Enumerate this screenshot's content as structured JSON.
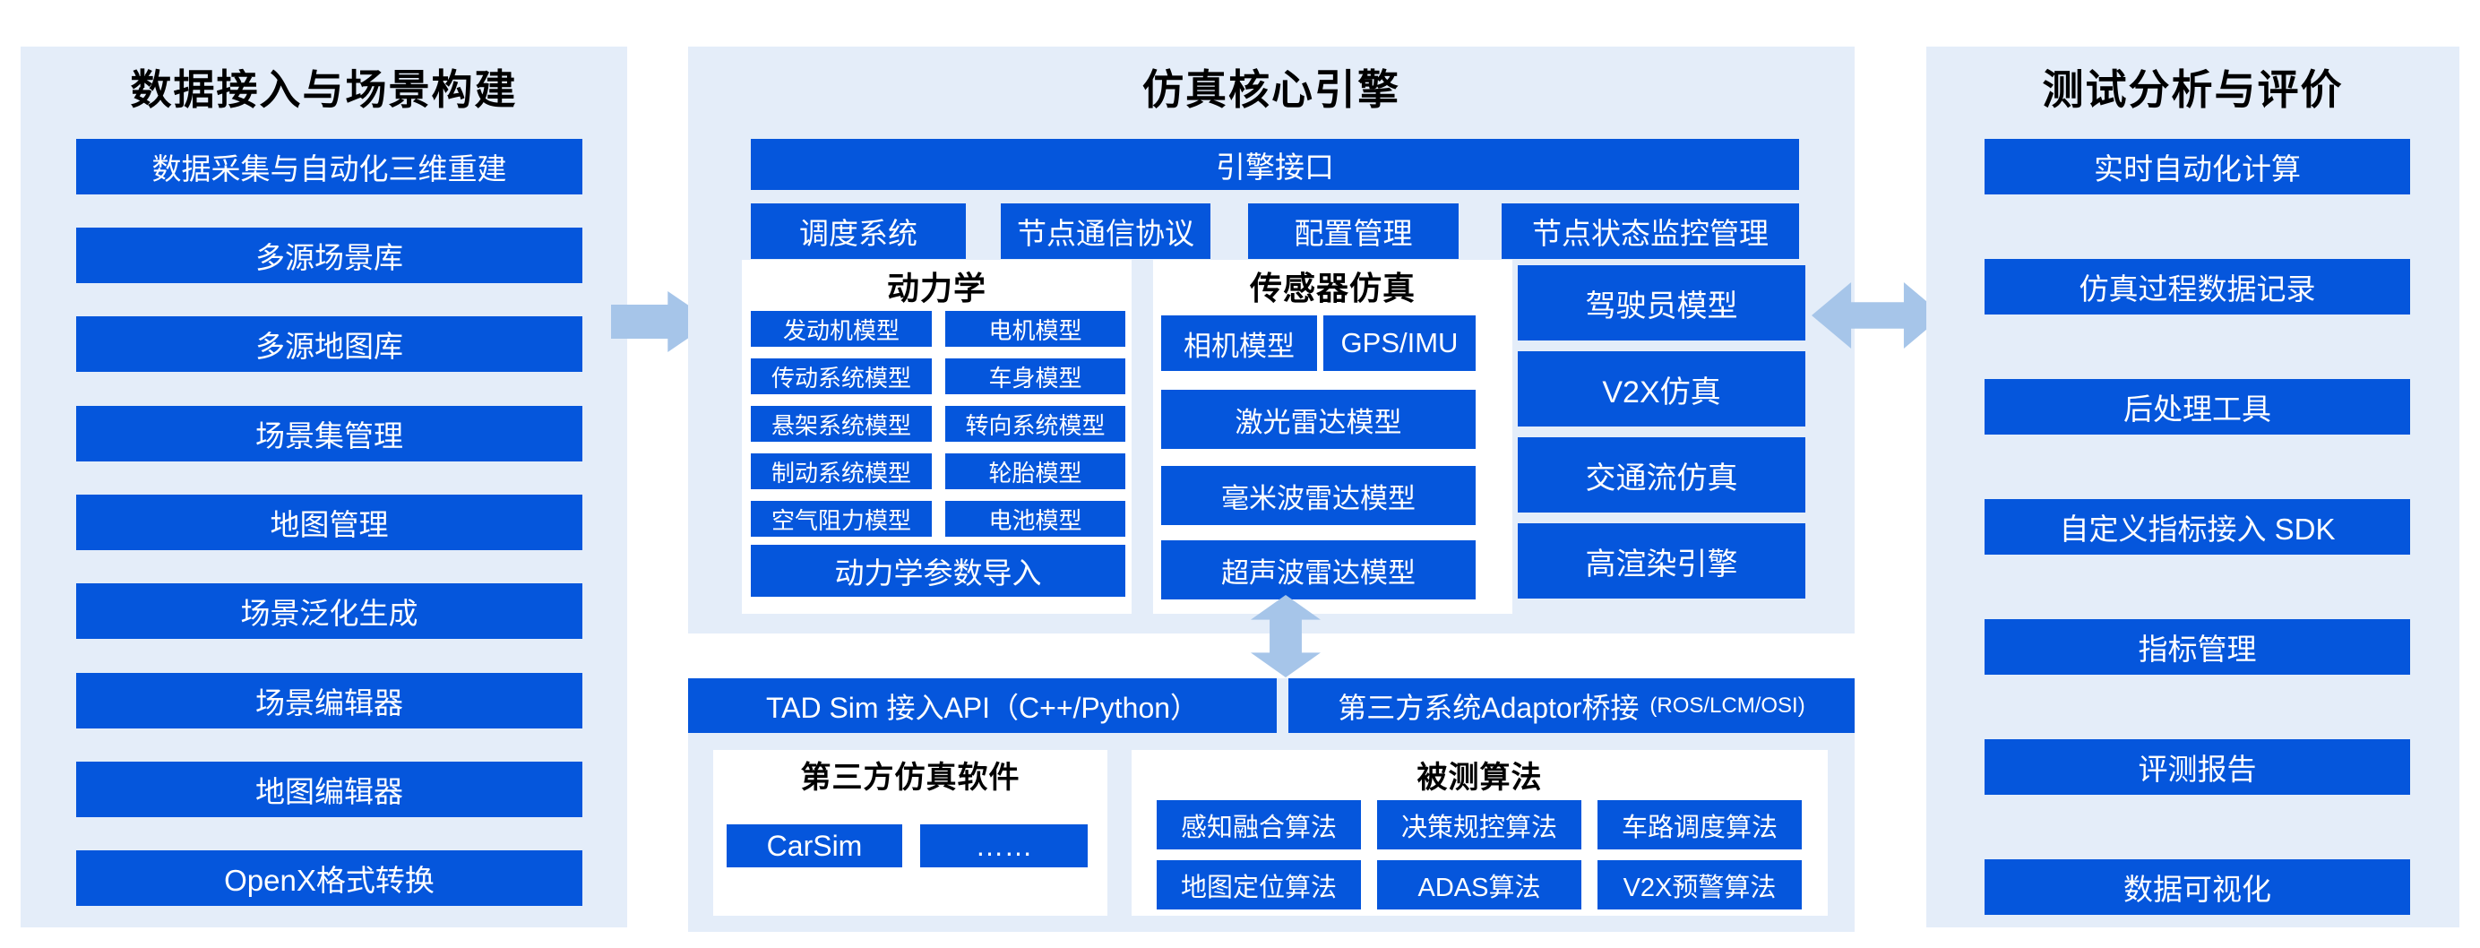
{
  "palette": {
    "primary_blue": "#0556DC",
    "panel_bg": "#E4EDF9",
    "arrow_blue": "#A6C5E9",
    "box_bg": "#FFFFFF",
    "title_text": "#000000",
    "bar_text": "#FFFFFF"
  },
  "left_panel": {
    "title": "数据接入与场景构建",
    "items": [
      "数据采集与自动化三维重建",
      "多源场景库",
      "多源地图库",
      "场景集管理",
      "地图管理",
      "场景泛化生成",
      "场景编辑器",
      "地图编辑器",
      "OpenX格式转换"
    ]
  },
  "core_panel": {
    "title": "仿真核心引擎",
    "engine_interface": "引擎接口",
    "system_bars": [
      "调度系统",
      "节点通信协议",
      "配置管理",
      "节点状态监控管理"
    ],
    "dynamics": {
      "title": "动力学",
      "grid": [
        [
          "发动机模型",
          "电机模型"
        ],
        [
          "传动系统模型",
          "车身模型"
        ],
        [
          "悬架系统模型",
          "转向系统模型"
        ],
        [
          "制动系统模型",
          "轮胎模型"
        ],
        [
          "空气阻力模型",
          "电池模型"
        ]
      ],
      "footer": "动力学参数导入"
    },
    "sensors": {
      "title": "传感器仿真",
      "top_row": [
        "相机模型",
        "GPS/IMU"
      ],
      "stack": [
        "激光雷达模型",
        "毫米波雷达模型",
        "超声波雷达模型"
      ]
    },
    "side_modules": [
      "驾驶员模型",
      "V2X仿真",
      "交通流仿真",
      "高渲染引擎"
    ]
  },
  "integration_panel": {
    "api_bar": "TAD Sim 接入API（C++/Python）",
    "adaptor_bar": "第三方系统Adaptor桥接",
    "adaptor_bar_note": "(ROS/LCM/OSI)",
    "third_party": {
      "title": "第三方仿真软件",
      "items": [
        "CarSim",
        "……"
      ]
    },
    "algorithms": {
      "title": "被测算法",
      "rows": [
        [
          "感知融合算法",
          "决策规控算法",
          "车路调度算法"
        ],
        [
          "地图定位算法",
          "ADAS算法",
          "V2X预警算法"
        ]
      ]
    }
  },
  "right_panel": {
    "title": "测试分析与评价",
    "items": [
      "实时自动化计算",
      "仿真过程数据记录",
      "后处理工具",
      "自定义指标接入 SDK",
      "指标管理",
      "评测报告",
      "数据可视化"
    ]
  }
}
